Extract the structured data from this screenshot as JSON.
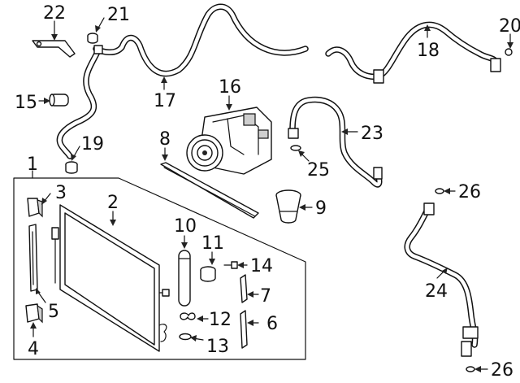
{
  "callouts": [
    {
      "id": "c1",
      "text": "1"
    },
    {
      "id": "c2",
      "text": "2"
    },
    {
      "id": "c3",
      "text": "3"
    },
    {
      "id": "c4",
      "text": "4"
    },
    {
      "id": "c5",
      "text": "5"
    },
    {
      "id": "c6",
      "text": "6"
    },
    {
      "id": "c7",
      "text": "7"
    },
    {
      "id": "c8",
      "text": "8"
    },
    {
      "id": "c9",
      "text": "9"
    },
    {
      "id": "c10",
      "text": "10"
    },
    {
      "id": "c11",
      "text": "11"
    },
    {
      "id": "c12",
      "text": "12"
    },
    {
      "id": "c13",
      "text": "13"
    },
    {
      "id": "c14",
      "text": "14"
    },
    {
      "id": "c15",
      "text": "15"
    },
    {
      "id": "c16",
      "text": "16"
    },
    {
      "id": "c17",
      "text": "17"
    },
    {
      "id": "c18",
      "text": "18"
    },
    {
      "id": "c19",
      "text": "19"
    },
    {
      "id": "c20",
      "text": "20"
    },
    {
      "id": "c21",
      "text": "21"
    },
    {
      "id": "c22",
      "text": "22"
    },
    {
      "id": "c23",
      "text": "23"
    },
    {
      "id": "c24",
      "text": "24"
    },
    {
      "id": "c25",
      "text": "25"
    },
    {
      "id": "c26a",
      "text": "26"
    },
    {
      "id": "c26b",
      "text": "26"
    }
  ],
  "colors": {
    "line": "#111111",
    "background": "#ffffff"
  }
}
